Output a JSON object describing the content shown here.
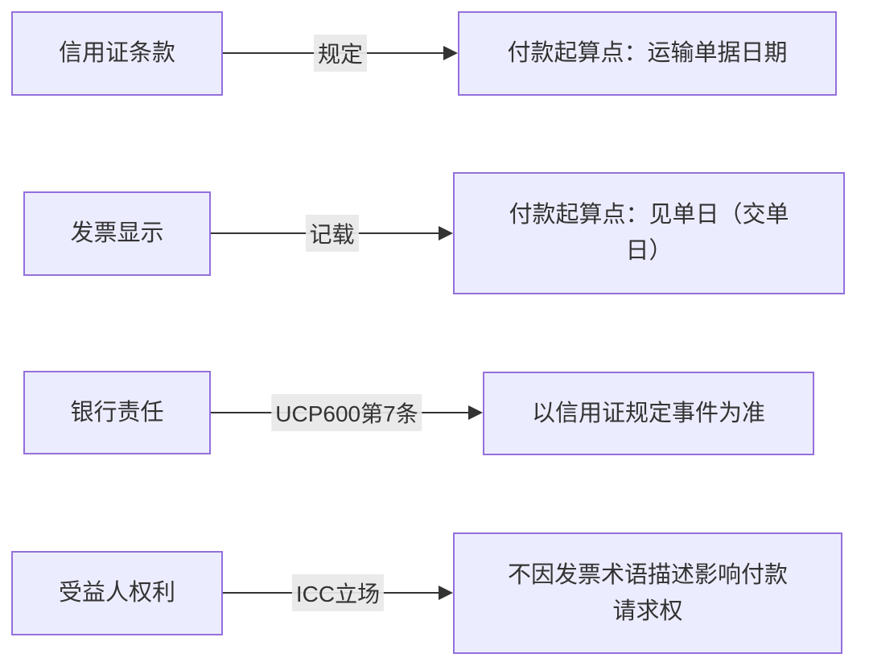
{
  "diagram": {
    "type": "flowchart-left-to-right",
    "colors": {
      "node_fill": "#ECECFF",
      "node_border": "#9370DB",
      "edge_line": "#333333",
      "edge_label_background": "#E8E8E8",
      "text": "#333333",
      "background": "#FFFFFF"
    },
    "rows": [
      {
        "source": "信用证条款",
        "relation": "规定",
        "target": "付款起算点：运输单据日期"
      },
      {
        "source": "发票显示",
        "relation": "记载",
        "target": "付款起算点：见单日（交单\n日）"
      },
      {
        "source": "银行责任",
        "relation": "UCP600第7条",
        "target": "以信用证规定事件为准"
      },
      {
        "source": "受益人权利",
        "relation": "ICC立场",
        "target": "不因发票术语描述影响付款\n请求权"
      }
    ]
  }
}
